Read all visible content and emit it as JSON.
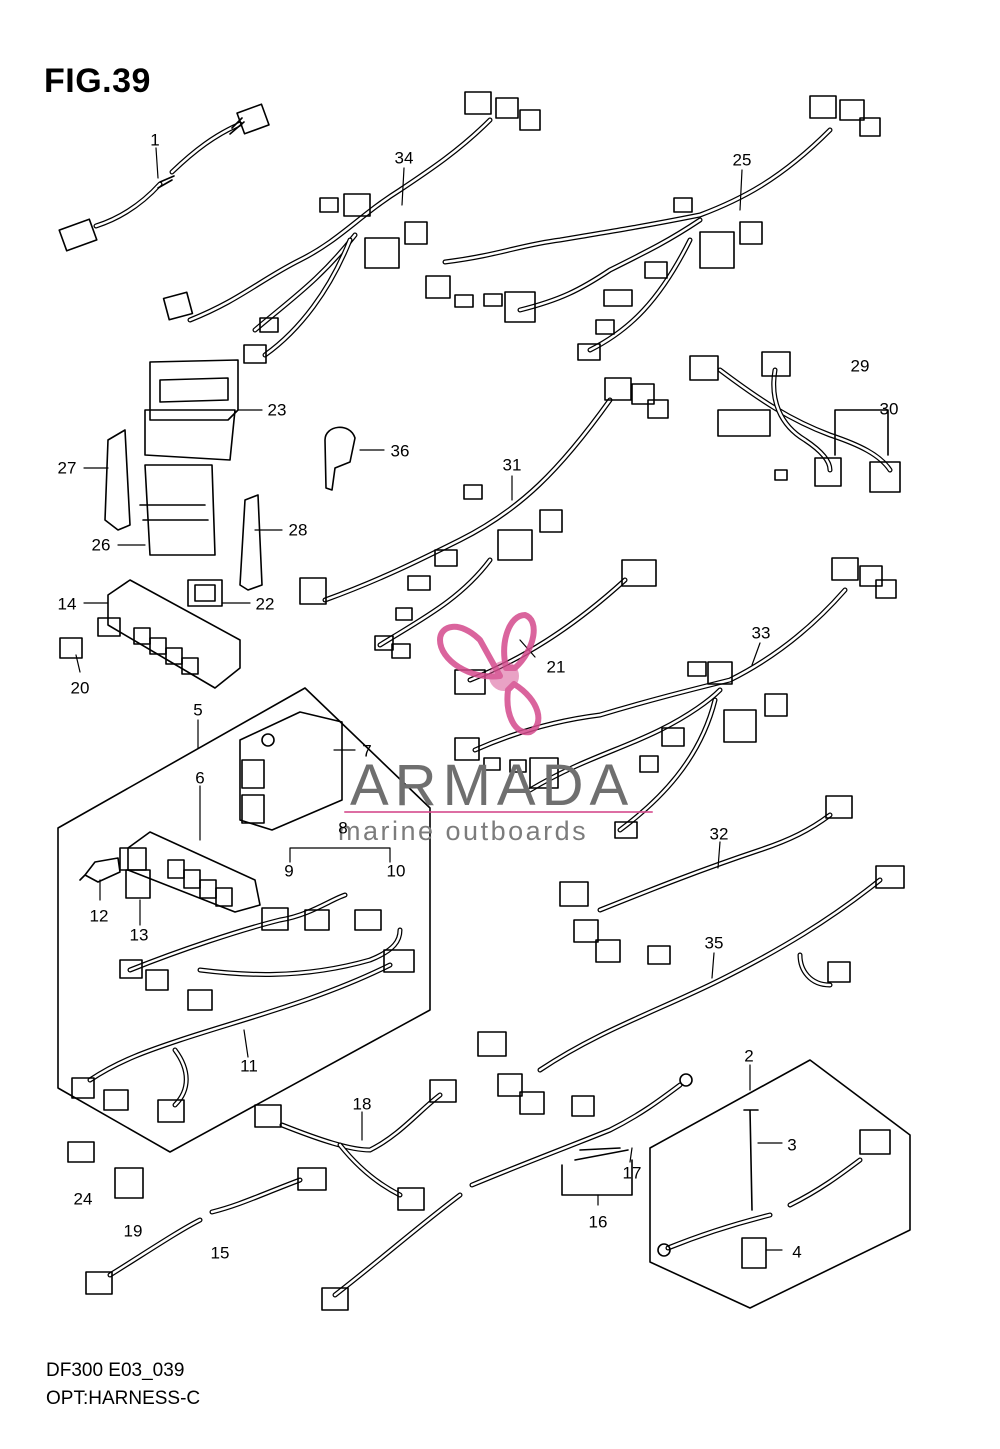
{
  "figure": {
    "title": "FIG.39"
  },
  "footer": {
    "model": "DF300 E03_039",
    "caption": "OPT:HARNESS-C"
  },
  "watermark": {
    "brand": "ARMADA",
    "tagline": "marine outboards",
    "accent": "#d44a8c"
  },
  "callouts": [
    {
      "id": "c1",
      "text": "1"
    },
    {
      "id": "c2",
      "text": "2"
    },
    {
      "id": "c3",
      "text": "3"
    },
    {
      "id": "c4",
      "text": "4"
    },
    {
      "id": "c5",
      "text": "5"
    },
    {
      "id": "c6",
      "text": "6"
    },
    {
      "id": "c7",
      "text": "7"
    },
    {
      "id": "c8",
      "text": "8"
    },
    {
      "id": "c9",
      "text": "9"
    },
    {
      "id": "c10",
      "text": "10"
    },
    {
      "id": "c11",
      "text": "11"
    },
    {
      "id": "c12",
      "text": "12"
    },
    {
      "id": "c13",
      "text": "13"
    },
    {
      "id": "c14",
      "text": "14"
    },
    {
      "id": "c15",
      "text": "15"
    },
    {
      "id": "c16",
      "text": "16"
    },
    {
      "id": "c17",
      "text": "17"
    },
    {
      "id": "c18",
      "text": "18"
    },
    {
      "id": "c19",
      "text": "19"
    },
    {
      "id": "c20",
      "text": "20"
    },
    {
      "id": "c21",
      "text": "21"
    },
    {
      "id": "c22",
      "text": "22"
    },
    {
      "id": "c23",
      "text": "23"
    },
    {
      "id": "c24",
      "text": "24"
    },
    {
      "id": "c25",
      "text": "25"
    },
    {
      "id": "c26",
      "text": "26"
    },
    {
      "id": "c27",
      "text": "27"
    },
    {
      "id": "c28",
      "text": "28"
    },
    {
      "id": "c29",
      "text": "29"
    },
    {
      "id": "c30",
      "text": "30"
    },
    {
      "id": "c31",
      "text": "31"
    },
    {
      "id": "c32",
      "text": "32"
    },
    {
      "id": "c33",
      "text": "33"
    },
    {
      "id": "c34",
      "text": "34"
    },
    {
      "id": "c35",
      "text": "35"
    },
    {
      "id": "c36",
      "text": "36"
    }
  ]
}
